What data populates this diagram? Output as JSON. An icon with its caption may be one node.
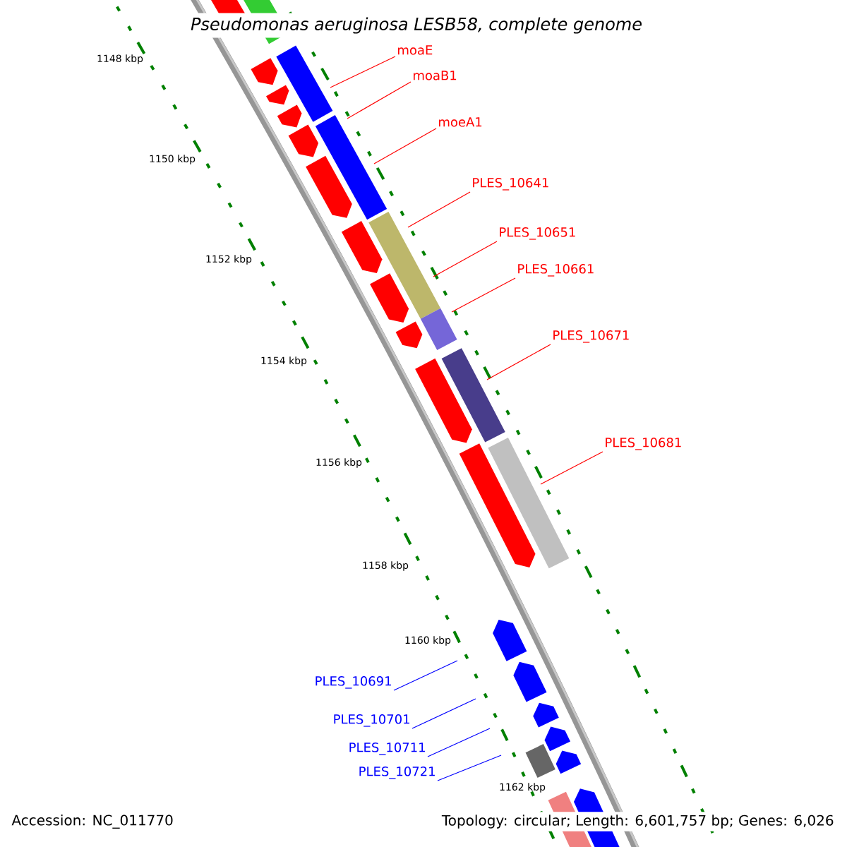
{
  "diagram": {
    "title": "Pseudomonas aeruginosa LESB58, complete genome",
    "nodes": [
      {
        "text": [
          "moaE"
        ]
      },
      {
        "text": [
          "moaB1"
        ]
      },
      {
        "text": [
          "moeA1"
        ]
      },
      {
        "text": [
          "PLES_10641"
        ]
      },
      {
        "text": [
          "PLES_10651"
        ]
      },
      {
        "text": [
          "PLES_10661"
        ]
      },
      {
        "text": [
          "PLES_10671"
        ]
      },
      {
        "text": [
          "PLES_10681"
        ]
      },
      {
        "text": [
          "PLES_10691"
        ]
      },
      {
        "text": [
          "PLES_10701"
        ]
      },
      {
        "text": [
          "PLES_10711"
        ]
      },
      {
        "text": [
          "PLES_10721"
        ]
      }
    ],
    "edges": [
      {
        "from": 0,
        "to": null,
        "arrow": "none"
      },
      {
        "from": 1,
        "to": null,
        "arrow": "none"
      },
      {
        "from": 2,
        "to": null,
        "arrow": "none"
      },
      {
        "from": 3,
        "to": null,
        "arrow": "none"
      },
      {
        "from": 4,
        "to": null,
        "arrow": "none"
      },
      {
        "from": 5,
        "to": null,
        "arrow": "none"
      },
      {
        "from": 6,
        "to": null,
        "arrow": "none"
      },
      {
        "from": 7,
        "to": null,
        "arrow": "none"
      },
      {
        "from": 8,
        "to": null,
        "arrow": "none",
        "color": "#0000ff"
      },
      {
        "from": 9,
        "to": null,
        "arrow": "none",
        "color": "#0000ff"
      },
      {
        "from": 10,
        "to": null,
        "arrow": "none",
        "color": "#0000ff"
      },
      {
        "from": 11,
        "to": null,
        "arrow": "none",
        "color": "#0000ff"
      }
    ],
    "labels": [
      "1148 kbp",
      "1150 kbp",
      "1152 kbp",
      "1154 kbp",
      "1156 kbp",
      "1158 kbp",
      "1160 kbp",
      "1162 kbp",
      "Accession: NC_011770",
      "Topology: circular; Length: 6,601,757 bp; Genes: 6,026"
    ]
  }
}
